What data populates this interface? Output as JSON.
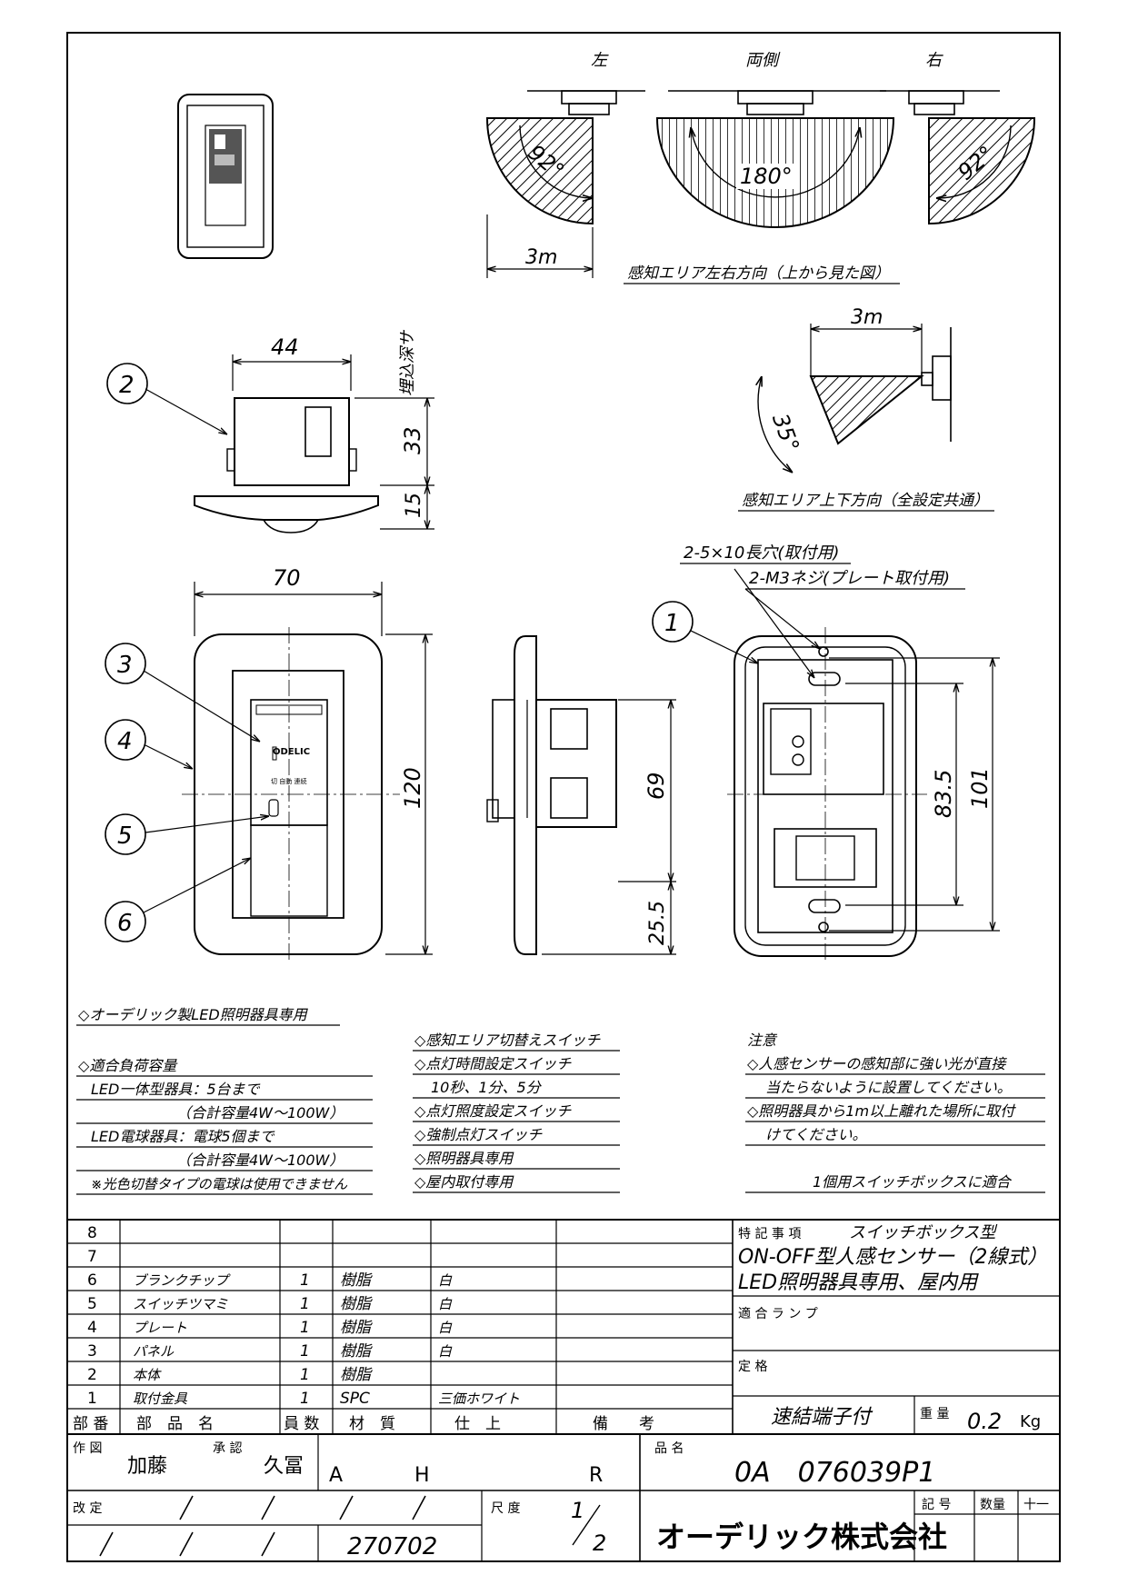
{
  "views": {
    "left_label": "左",
    "both_label": "両側",
    "right_label": "右",
    "angle_92": "92°",
    "angle_180": "180°",
    "angle_35": "35°",
    "dist_3m": "3m",
    "caption_lr": "感知エリア左右方向（上から見た図）",
    "caption_ud": "感知エリア上下方向（全設定共通）"
  },
  "dims": {
    "w44": "44",
    "d33": "33",
    "d15": "15",
    "embed": "埋込深サ",
    "w70": "70",
    "h120": "120",
    "h69": "69",
    "h25_5": "25.5",
    "h83_5": "83.5",
    "h101": "101",
    "slot": "2-5×10長穴(取付用)",
    "screw": "2-M3ネジ(プレート取付用)",
    "brand_on_panel": "ODELIC",
    "panel_switch": "切 自動 連続"
  },
  "callouts": [
    "1",
    "2",
    "3",
    "4",
    "5",
    "6"
  ],
  "notes": {
    "title": "◇オーデリック製LED照明器具専用",
    "load_title": "◇適合負荷容量",
    "load1": "LED一体型器具：5台まで",
    "load1b": "（合計容量4W～100W）",
    "load2": "LED電球器具：電球5個まで",
    "load2b": "（合計容量4W～100W）",
    "load_warn": "※光色切替タイプの電球は使用できません",
    "mid1": "◇感知エリア切替えスイッチ",
    "mid2": "◇点灯時間設定スイッチ",
    "mid2b": "10秒、1分、5分",
    "mid3": "◇点灯照度設定スイッチ",
    "mid4": "◇強制点灯スイッチ",
    "mid5": "◇照明器具専用",
    "mid6": "◇屋内取付専用",
    "caution": "注意",
    "c1": "◇人感センサーの感知部に強い光が直接",
    "c1b": "当たらないように設置してください。",
    "c2": "◇照明器具から1m以上離れた場所に取付",
    "c2b": "けてください。",
    "fit": "1個用スイッチボックスに適合"
  },
  "parts": [
    {
      "no": "8",
      "name": "",
      "qty": "",
      "mat": "",
      "finish": ""
    },
    {
      "no": "7",
      "name": "",
      "qty": "",
      "mat": "",
      "finish": ""
    },
    {
      "no": "6",
      "name": "ブランクチップ",
      "qty": "1",
      "mat": "樹脂",
      "finish": "白"
    },
    {
      "no": "5",
      "name": "スイッチツマミ",
      "qty": "1",
      "mat": "樹脂",
      "finish": "白"
    },
    {
      "no": "4",
      "name": "プレート",
      "qty": "1",
      "mat": "樹脂",
      "finish": "白"
    },
    {
      "no": "3",
      "name": "パネル",
      "qty": "1",
      "mat": "樹脂",
      "finish": "白"
    },
    {
      "no": "2",
      "name": "本体",
      "qty": "1",
      "mat": "樹脂",
      "finish": ""
    },
    {
      "no": "1",
      "name": "取付金具",
      "qty": "1",
      "mat": "SPC",
      "finish": "三価ホワイト"
    }
  ],
  "headers": {
    "no": "部 番",
    "name": "部　品　名",
    "qty": "員 数",
    "mat": "材　質",
    "finish": "仕　上",
    "remarks": "備　　考"
  },
  "spec": {
    "special_label": "特 記 事 項",
    "special_1": "スイッチボックス型",
    "special_2": "ON-OFF型人感センサー（2線式）",
    "special_3": "LED照明器具専用、屋内用",
    "lamp_label": "適 合 ラ ン プ",
    "rating_label": "定 格",
    "terminal": "速結端子付",
    "weight_label": "重 量",
    "weight": "0.2",
    "weight_unit": "Kg"
  },
  "title_block": {
    "drawn_label": "作 図",
    "drawn": "加藤",
    "approved_label": "承 認",
    "approved": "久冨",
    "a": "A",
    "h": "H",
    "r": "R",
    "product_label": "品 名",
    "product": "0A　076039P1",
    "rev_label": "改 定",
    "scale_label": "尺 度",
    "scale_num": "1",
    "scale_den": "2",
    "date": "270702",
    "company": "オーデリック株式会社",
    "sym_label": "記 号",
    "count_label": "数量",
    "ten_one": "十一"
  }
}
